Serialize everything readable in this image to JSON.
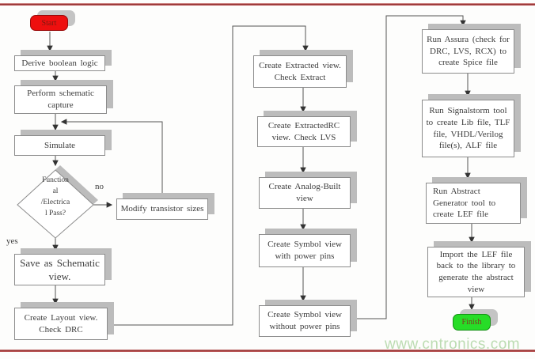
{
  "nodes": {
    "start": "Start",
    "derive": "Derive  boolean logic",
    "perform": [
      "Perform  schematic",
      "capture"
    ],
    "simulate": "Simulate",
    "decision": [
      "Function",
      "al",
      "/Electrica",
      "l Pass?"
    ],
    "modify": "Modify  transistor  sizes",
    "save": [
      "Save as  Schematic",
      "view."
    ],
    "layout": [
      "Create  Layout  view.",
      "Check DRC"
    ],
    "extracted": [
      "Create  Extracted  view.",
      "Check Extract"
    ],
    "extractedrc": [
      "Create  ExtractedRC",
      "view.   Check LVS"
    ],
    "analog": [
      "Create  Analog-Built",
      "view"
    ],
    "symbol_with": [
      "Create  Symbol view",
      "with  power pins"
    ],
    "symbol_without": [
      "Create  Symbol view",
      "without  power pins"
    ],
    "assura": [
      "Run Assura  (check  for",
      "DRC,  LVS,  RCX)  to",
      "create  Spice  file"
    ],
    "signalstorm": [
      "Run  Signalstorm  tool",
      "to create  Lib file,  TLF",
      "file,  VHDL/Verilog",
      "file(s),  ALF  file"
    ],
    "abstract": [
      "Run Abstract",
      "Generator  tool to",
      "create LEF file"
    ],
    "import_lef": [
      "Import  the LEF  file",
      "back to the library  to",
      "generate  the abstract",
      "view"
    ],
    "finish": "Finish"
  },
  "labels": {
    "yes": "yes",
    "no": "no"
  },
  "watermark": {
    "text": "www.cntronics.com",
    "color": "#bcdcb2"
  },
  "colors": {
    "start_fill": "#ee0f0f",
    "finish_fill": "#27dd27",
    "box_border": "#8c8c8c",
    "shadow": "#bcbcbc",
    "connector": "#555555",
    "rule_red": "#8e2424",
    "text": "#3c3c3c"
  }
}
